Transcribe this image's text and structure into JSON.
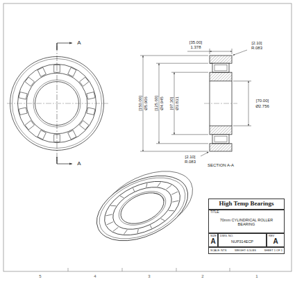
{
  "diagram": {
    "nodes": [
      {
        "text": [
          "High Temp Bearings"
        ]
      },
      {
        "text": [
          "TITLE:",
          "70mm CYLINDRICAL ROLLER BEARING"
        ]
      },
      {
        "text": [
          "SIZE",
          "A"
        ]
      },
      {
        "text": [
          "DWG. NO.",
          "NUP314ECP"
        ]
      },
      {
        "text": [
          "REV",
          "A"
        ]
      },
      {
        "text": [
          "SCALE: NTS",
          "WEIGHT: 6.5LBS",
          "SHEET 1 OF 1"
        ]
      }
    ],
    "labels": [
      "[35.00]",
      "1.378",
      "[2.10]",
      "R.083",
      "[2.10]",
      "R.083",
      "[150.00]",
      "Ø5.906",
      "[125.60]",
      "Ø4.945",
      "[97.30]",
      "Ø3.831",
      "[70.00]",
      "Ø2.756",
      "SECTION A-A",
      "A",
      "A",
      "5",
      "4",
      "3",
      "2",
      "1"
    ]
  }
}
